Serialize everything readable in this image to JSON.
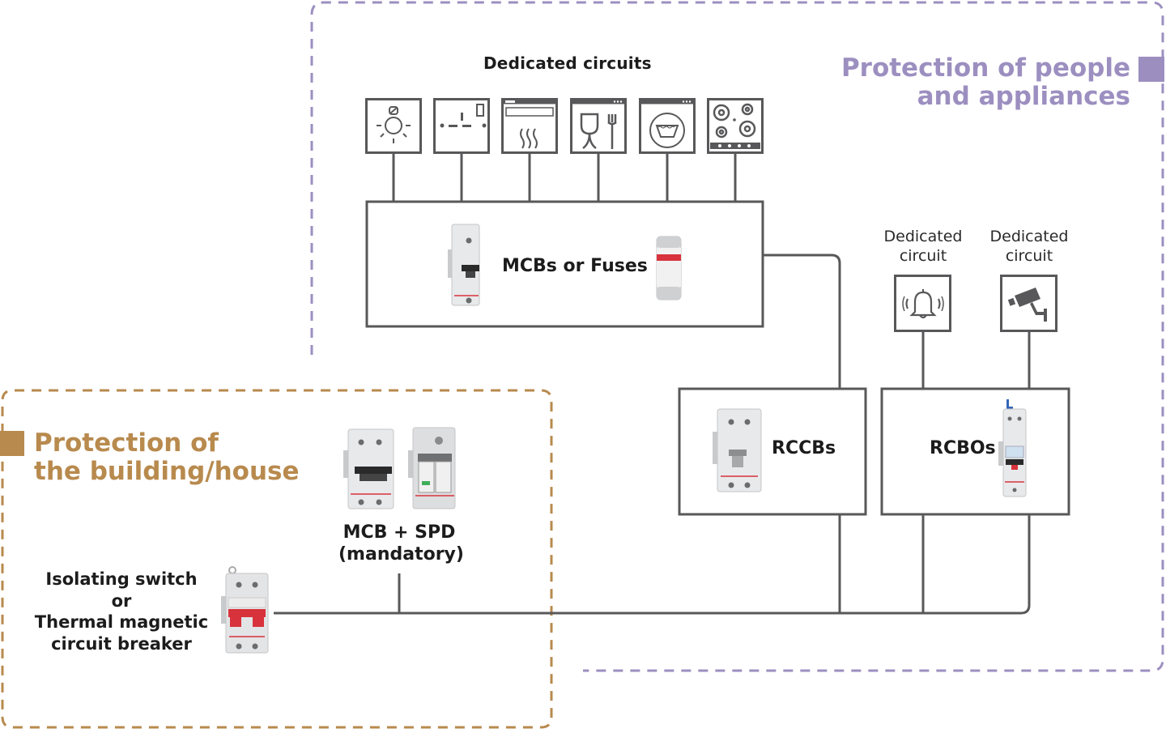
{
  "colors": {
    "wire": "#58585a",
    "people_zone": "#9c8fc0",
    "building_zone": "#b88a4e",
    "device_body": "#e6e7e9",
    "device_red": "#d8323c"
  },
  "zones": {
    "people": {
      "title_line1": "Protection of people",
      "title_line2": "and appliances"
    },
    "building": {
      "title_line1": "Protection of",
      "title_line2": "the building/house"
    }
  },
  "dedicated_circuits": {
    "title": "Dedicated circuits",
    "icons": [
      {
        "name": "lighting",
        "icon": "light-bulb-icon"
      },
      {
        "name": "socket-outlets",
        "icon": "socket-outlet-icon"
      },
      {
        "name": "oven",
        "icon": "oven-icon"
      },
      {
        "name": "dishwasher",
        "icon": "dishwasher-icon"
      },
      {
        "name": "washing-machine",
        "icon": "washing-machine-icon"
      },
      {
        "name": "cooktop",
        "icon": "cooktop-icon"
      }
    ]
  },
  "boxes": {
    "mcb": {
      "label": "MCBs or Fuses"
    },
    "rccb": {
      "label": "RCCBs"
    },
    "rcbo": {
      "label": "RCBOs"
    }
  },
  "rcbo_circuits": [
    {
      "label_line1": "Dedicated",
      "label_line2": "circuit",
      "icon": "alarm-bell-icon"
    },
    {
      "label_line1": "Dedicated",
      "label_line2": "circuit",
      "icon": "cctv-camera-icon"
    }
  ],
  "incoming": {
    "mcb_spd_line1": "MCB + SPD",
    "mcb_spd_line2": "(mandatory)",
    "isolating_line1": "Isolating switch",
    "isolating_line2": "or",
    "isolating_line3": "Thermal magnetic",
    "isolating_line4": "circuit breaker"
  }
}
